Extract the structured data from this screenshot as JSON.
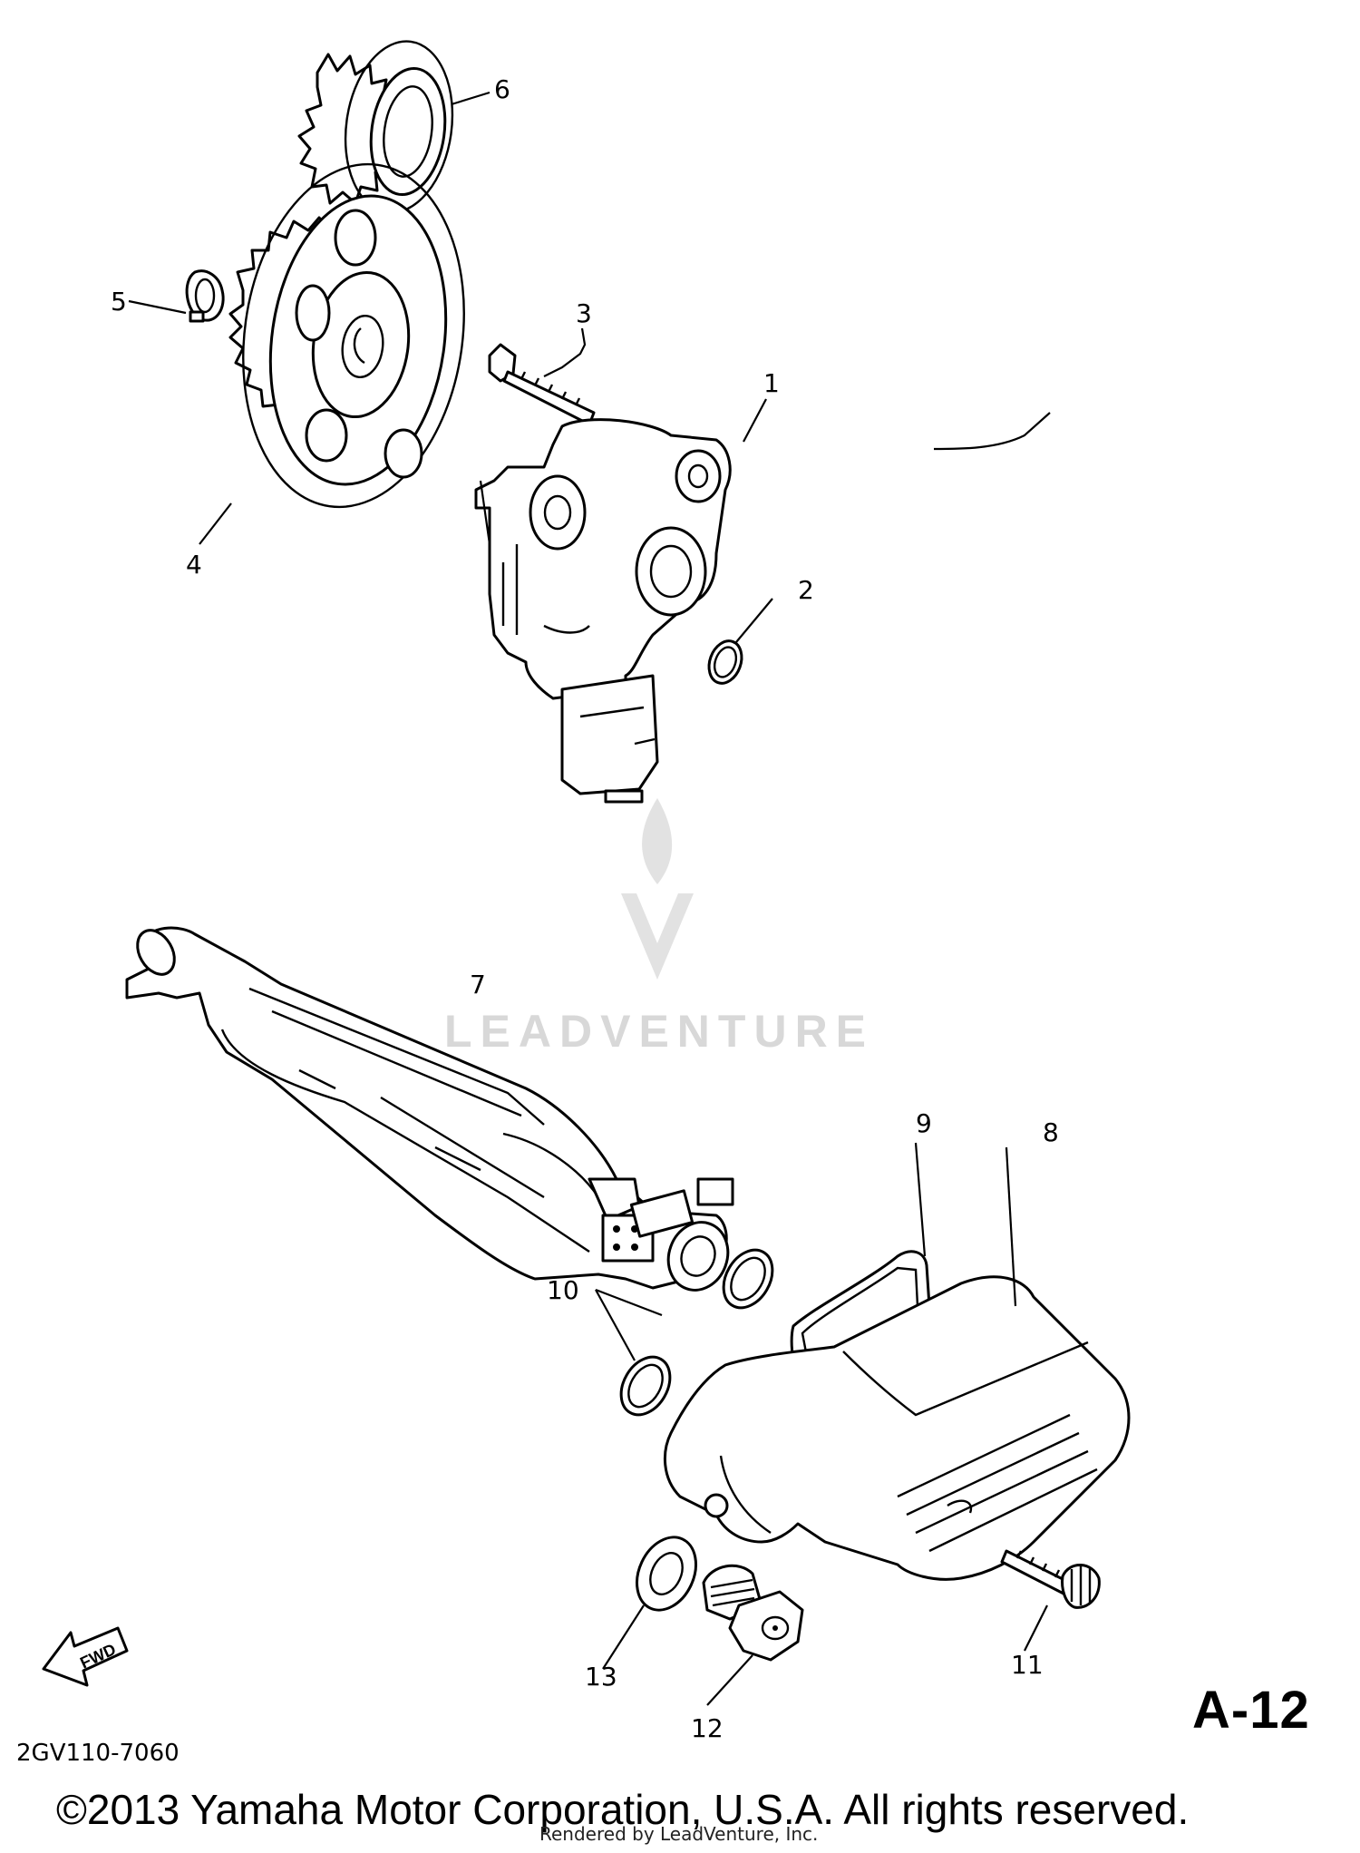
{
  "diagram": {
    "callouts": [
      {
        "id": "1",
        "label": "1"
      },
      {
        "id": "2",
        "label": "2"
      },
      {
        "id": "3",
        "label": "3"
      },
      {
        "id": "4",
        "label": "4"
      },
      {
        "id": "5",
        "label": "5"
      },
      {
        "id": "6",
        "label": "6"
      },
      {
        "id": "7",
        "label": "7"
      },
      {
        "id": "8",
        "label": "8"
      },
      {
        "id": "9",
        "label": "9"
      },
      {
        "id": "10",
        "label": "10"
      },
      {
        "id": "11",
        "label": "11"
      },
      {
        "id": "12",
        "label": "12"
      },
      {
        "id": "13",
        "label": "13"
      }
    ],
    "direction_badge": "FWD",
    "sheet_id": "A-12",
    "drawing_number": "2GV110-7060"
  },
  "footer": {
    "copyright": "©2013 Yamaha Motor Corporation, U.S.A. All rights reserved.",
    "rendered_by": "Rendered by LeadVenture, Inc."
  },
  "watermark": {
    "text": "LEADVENTURE",
    "icon": "leadventure-flame-logo",
    "color": "#d8d8d8"
  }
}
